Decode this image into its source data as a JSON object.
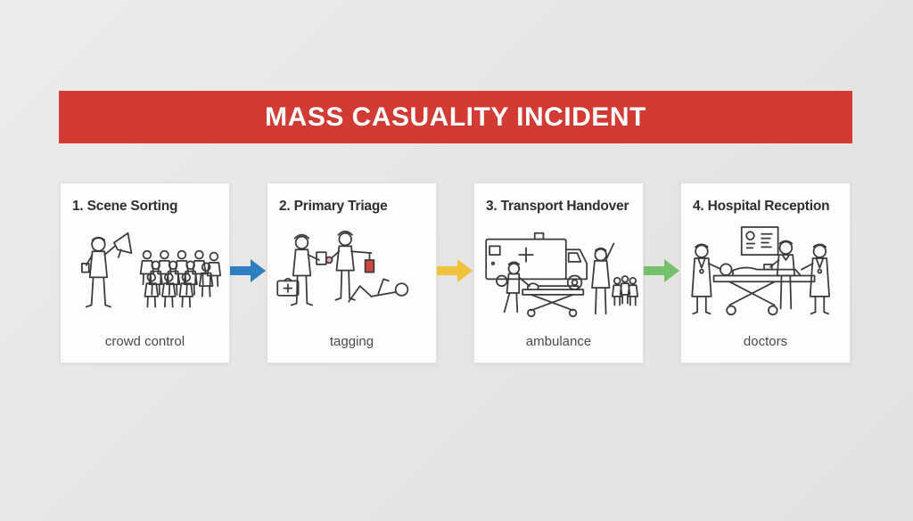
{
  "banner": {
    "title": "MASS CASUALITY INCIDENT"
  },
  "steps": [
    {
      "title": "1. Scene Sorting",
      "caption": "crowd control",
      "icon": "megaphone-crowd-icon"
    },
    {
      "title": "2. Primary Triage",
      "caption": "tagging",
      "icon": "medic-tagging-patient-icon"
    },
    {
      "title": "3. Transport Handover",
      "caption": "ambulance",
      "icon": "ambulance-stretcher-icon"
    },
    {
      "title": "4. Hospital Reception",
      "caption": "doctors",
      "icon": "doctors-gurney-icon"
    }
  ],
  "arrows": [
    {
      "name": "arrow-1",
      "color": "#2e7fc1"
    },
    {
      "name": "arrow-2",
      "color": "#f0c33c"
    },
    {
      "name": "arrow-3",
      "color": "#74c06c"
    }
  ],
  "colors": {
    "background": "#e8e7e5",
    "banner_red": "#d23b34",
    "banner_text": "#ffffff",
    "card_background": "#fdfdfd",
    "title_text": "#2e2e2e",
    "caption_text": "#4a4a4a",
    "line_art": "#3b3b3b",
    "triage_tag_red": "#cf4840",
    "glove_pink": "#e9a4b6"
  }
}
